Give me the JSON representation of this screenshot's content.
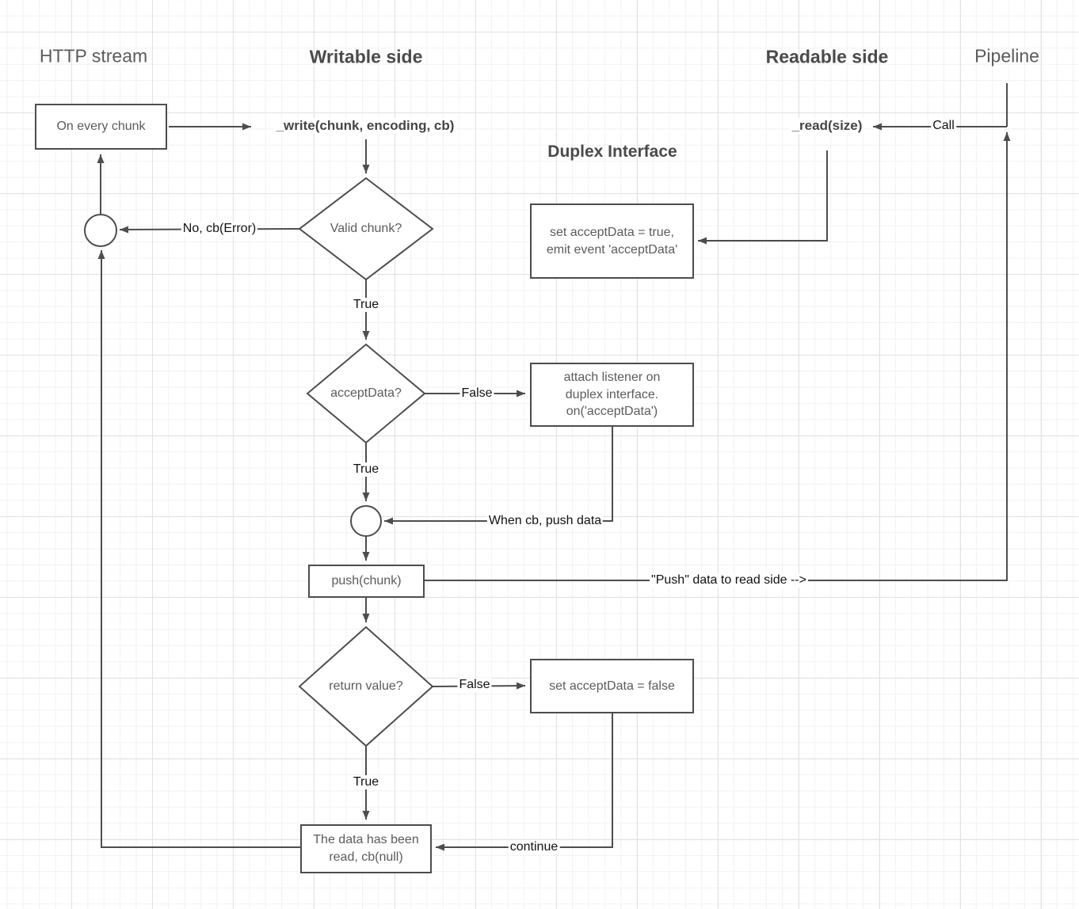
{
  "colors": {
    "background": "#ffffff",
    "grid_minor": "#f2f2f2",
    "grid_major": "#e2e2e2",
    "line": "#4d4d4d",
    "node_text": "#5b5b5b",
    "edge_label_text": "#111111",
    "header_bold_text": "#4a4a4a"
  },
  "headers": {
    "http_stream": "HTTP stream",
    "writable_side": "Writable side",
    "readable_side": "Readable side",
    "pipeline": "Pipeline"
  },
  "title": "Duplex Interface",
  "nodes": {
    "on_every_chunk": "On every chunk",
    "write_method": "_write(chunk, encoding, cb)",
    "read_method": "_read(size)",
    "valid_chunk": "Valid chunk?",
    "set_accept_data_true": "set acceptData = true,\nemit event 'acceptData'",
    "accept_data": "acceptData?",
    "attach_listener": "attach listener on\nduplex interface.\non('acceptData')",
    "push_chunk": "push(chunk)",
    "return_value": "return value?",
    "set_accept_data_false": "set acceptData = false",
    "data_read": "The data has been\nread, cb(null)"
  },
  "edge_labels": {
    "no_cb_error": "No, cb(Error)",
    "valid_true": "True",
    "accept_false": "False",
    "accept_true": "True",
    "when_cb_push": "When cb, push data",
    "push_to_read_side": "\"Push\" data to read side -->",
    "call": "Call",
    "return_false": "False",
    "return_true": "True",
    "continue_label": "continue"
  }
}
